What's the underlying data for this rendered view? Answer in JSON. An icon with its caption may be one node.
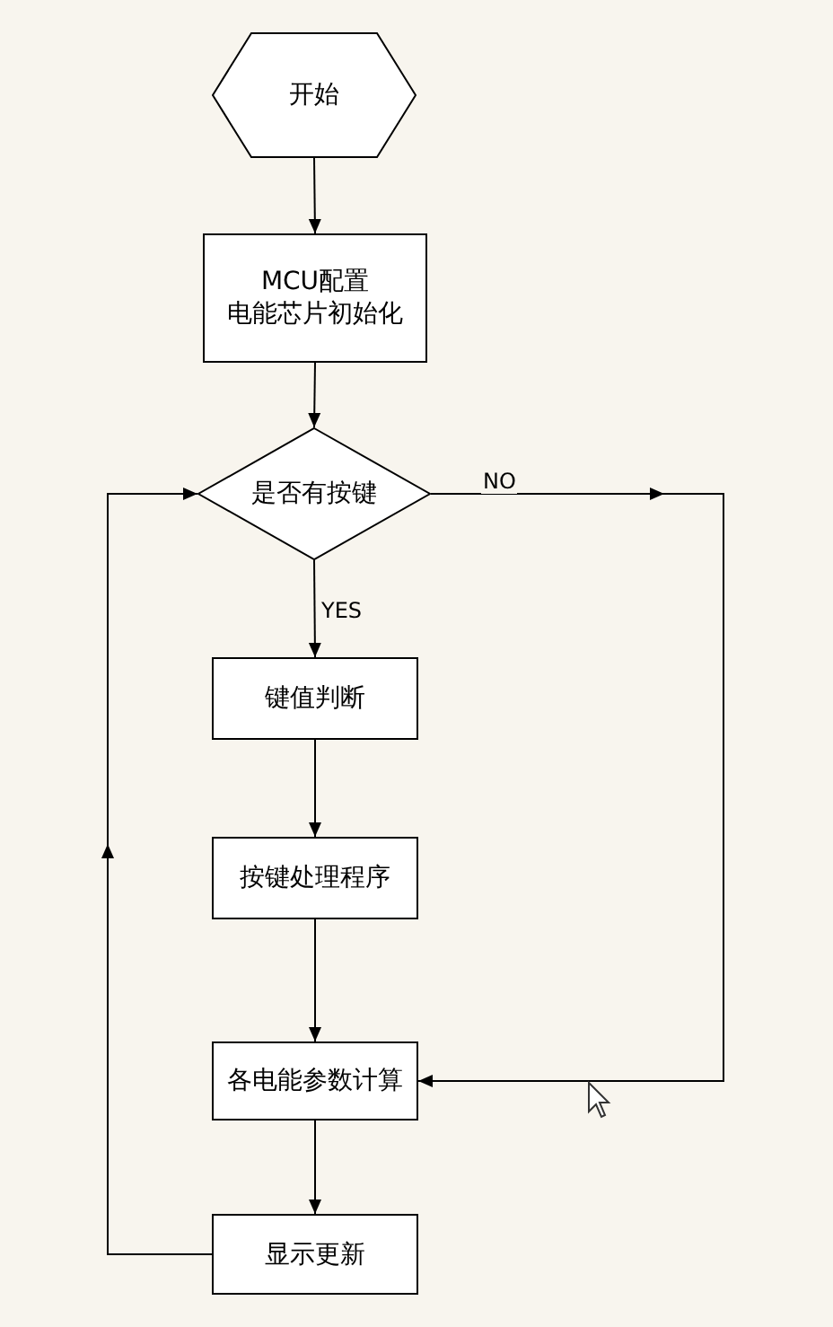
{
  "diagram": {
    "nodes": [
      {
        "text": [
          "开始"
        ]
      },
      {
        "text": [
          "MCU配置",
          "电能芯片初始化"
        ]
      },
      {
        "text": [
          "是否有按键"
        ]
      },
      {
        "text": [
          "键值判断"
        ]
      },
      {
        "text": [
          "按键处理程序"
        ]
      },
      {
        "text": [
          "各电能参数计算"
        ]
      },
      {
        "text": [
          "显示更新"
        ]
      }
    ],
    "edges": [
      {
        "from": 0,
        "to": 1,
        "arrow": "to"
      },
      {
        "from": 1,
        "to": 2,
        "arrow": "to"
      },
      {
        "from": 2,
        "to": 3,
        "arrow": "to",
        "label": "YES"
      },
      {
        "from": 3,
        "to": 4,
        "arrow": "to"
      },
      {
        "from": 4,
        "to": 5,
        "arrow": "to"
      },
      {
        "from": 5,
        "to": 6,
        "arrow": "to"
      },
      {
        "from": 2,
        "to": 5,
        "arrow": "to",
        "label": "NO"
      },
      {
        "from": 6,
        "to": 2,
        "arrow": "to"
      }
    ]
  }
}
